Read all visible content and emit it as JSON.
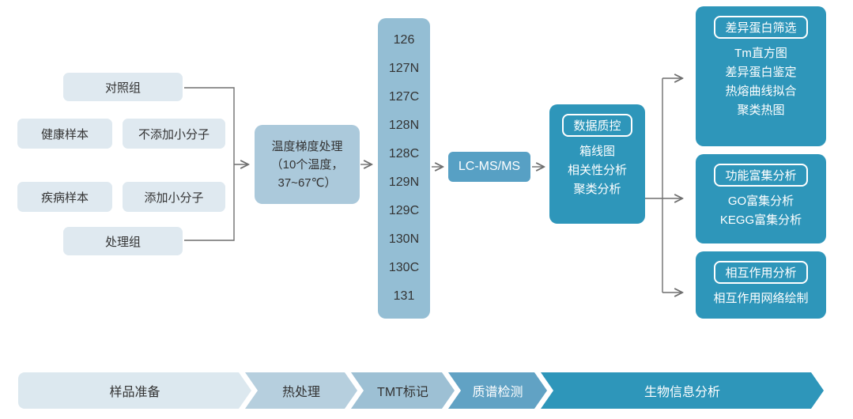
{
  "flow": {
    "sample_groups": {
      "control": "对照组",
      "healthy": "健康样本",
      "no_molecule": "不添加小分子",
      "disease": "疾病样本",
      "add_molecule": "添加小分子",
      "treatment": "处理组"
    },
    "temperature_box": {
      "line1": "温度梯度处理",
      "line2": "（10个温度，",
      "line3": "37~67℃）"
    },
    "tmt_channels": [
      "126",
      "127N",
      "127C",
      "128N",
      "128C",
      "129N",
      "129C",
      "130N",
      "130C",
      "131"
    ],
    "ms_box_label": "LC-MS/MS",
    "qc_box": {
      "title": "数据质控",
      "items": [
        "箱线图",
        "相关性分析",
        "聚类分析"
      ]
    },
    "result_boxes": [
      {
        "title": "差异蛋白筛选",
        "items": [
          "Tm直方图",
          "差异蛋白鉴定",
          "热熔曲线拟合",
          "聚类热图"
        ]
      },
      {
        "title": "功能富集分析",
        "items": [
          "GO富集分析",
          "KEGG富集分析"
        ]
      },
      {
        "title": "相互作用分析",
        "items": [
          "相互作用网络绘制"
        ]
      }
    ]
  },
  "timeline": {
    "segments": [
      {
        "label": "样品准备",
        "color": "#dce8ef",
        "text_color": "#333333"
      },
      {
        "label": "热处理",
        "color": "#b6cfde",
        "text_color": "#333333"
      },
      {
        "label": "TMT标记",
        "color": "#9dc0d4",
        "text_color": "#333333"
      },
      {
        "label": "质谱检测",
        "color": "#61a2c4",
        "text_color": "#ffffff"
      },
      {
        "label": "生物信息分析",
        "color": "#2e96ba",
        "text_color": "#ffffff"
      }
    ]
  },
  "colors": {
    "light_box": "#dfe9f0",
    "temperature_box": "#abc9db",
    "tmt_column": "#94bed4",
    "ms_box": "#57a0c4",
    "teal_box": "#2e96ba",
    "connector_line": "#6f6f6f",
    "dark_text": "#333333",
    "light_text": "#ffffff"
  }
}
